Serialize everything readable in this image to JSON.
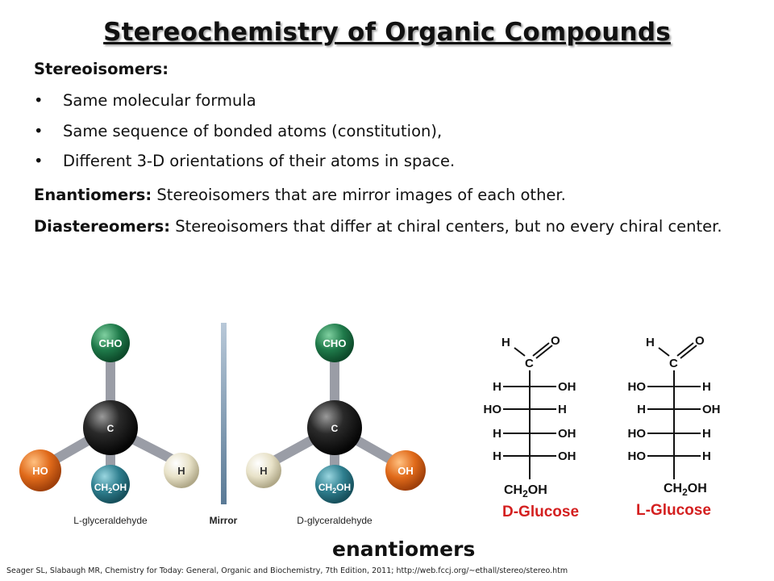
{
  "title": "Stereochemistry of Organic Compounds",
  "stereoisomers_heading": "Stereoisomers:",
  "bullets": [
    "Same molecular formula",
    "Same sequence of bonded atoms (constitution),",
    "Different 3-D orientations of their atoms in space."
  ],
  "bullet_glyph": "•",
  "enantiomers_def": {
    "term": "Enantiomers:",
    "text": " Stereoisomers that are mirror images of each other."
  },
  "diastereomers_def": {
    "term": "Diastereomers:",
    "text": " Stereoisomers that differ at chiral centers, but no every chiral center."
  },
  "models": {
    "left": {
      "top": "CHO",
      "center": "C",
      "left": "HO",
      "bottom": "CH2OH",
      "right": "H",
      "caption": "L-glyceraldehyde"
    },
    "mirror_label": "Mirror",
    "right": {
      "top": "CHO",
      "center": "C",
      "left": "H",
      "bottom": "CH2OH",
      "right": "OH",
      "caption": "D-glyceraldehyde"
    },
    "colors": {
      "cho": "#1f7a4a",
      "carbon": "#222222",
      "ho": "#e06a1a",
      "ch2oh": "#2f7f8f",
      "h": "#e8e2c8"
    }
  },
  "fischer": {
    "d_glucose": {
      "top_h": "H",
      "top_o": "O",
      "carbon": "C",
      "rows": [
        [
          "H",
          "OH"
        ],
        [
          "HO",
          "H"
        ],
        [
          "H",
          "OH"
        ],
        [
          "H",
          "OH"
        ]
      ],
      "bottom": "CH2OH",
      "name": "D-Glucose"
    },
    "l_glucose": {
      "top_h": "H",
      "top_o": "O",
      "carbon": "C",
      "rows": [
        [
          "HO",
          "H"
        ],
        [
          "H",
          "OH"
        ],
        [
          "HO",
          "H"
        ],
        [
          "HO",
          "H"
        ]
      ],
      "bottom": "CH2OH",
      "name": "L-Glucose"
    },
    "name_color": "#d42020"
  },
  "enantiomers_label": "enantiomers",
  "citation": "Seager SL, Slabaugh MR, Chemistry for Today: General, Organic and Biochemistry, 7th Edition,  2011; http://web.fccj.org/~ethall/stereo/stereo.htm"
}
